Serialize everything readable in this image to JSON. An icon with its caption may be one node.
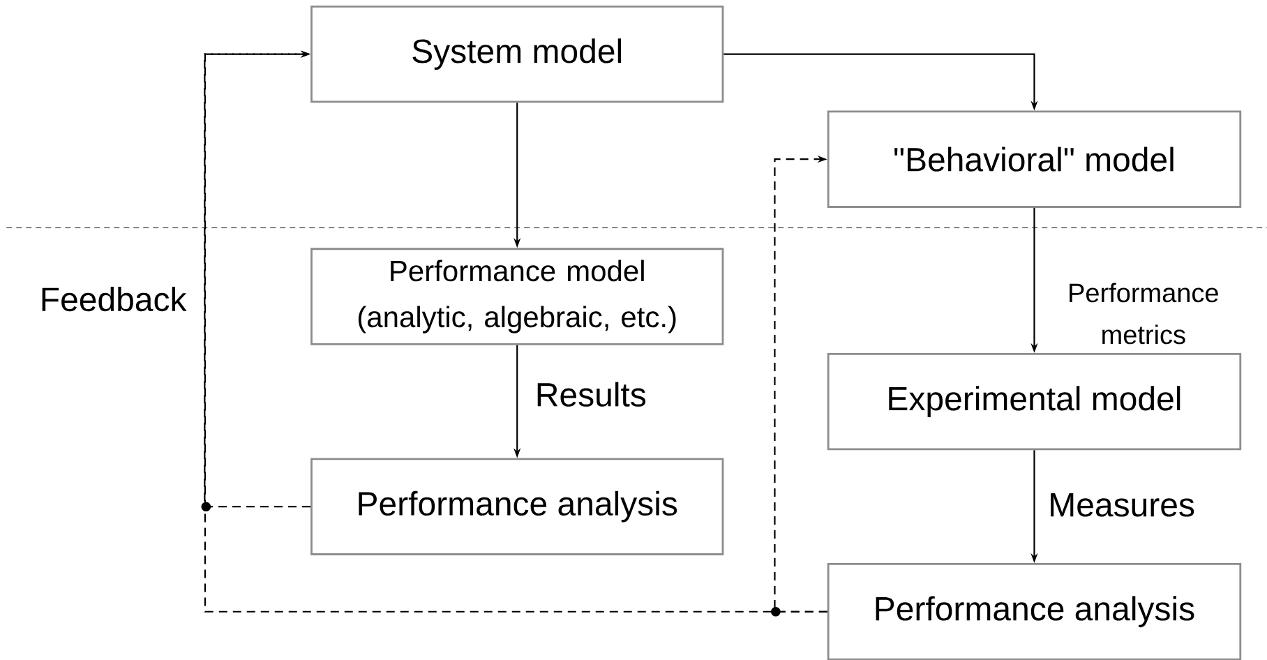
{
  "diagram": {
    "nodes": [
      {
        "text": [
          "System model"
        ]
      },
      {
        "text": [
          "\"Behavioral\" model"
        ]
      },
      {
        "text": [
          "Performance model (analytic, algebraic, etc.)"
        ]
      },
      {
        "text": [
          "Experimental model"
        ]
      },
      {
        "text": [
          "Performance analysis"
        ]
      },
      {
        "text": [
          "Performance analysis"
        ]
      }
    ],
    "edges": [
      {
        "from": 0,
        "to": 2,
        "arrow": "to"
      },
      {
        "from": 0,
        "to": 1,
        "arrow": "to"
      },
      {
        "from": 1,
        "to": 3,
        "arrow": "to",
        "label": "Performance metrics"
      },
      {
        "from": 2,
        "to": 4,
        "arrow": "to",
        "label": "Results"
      },
      {
        "from": 3,
        "to": 5,
        "arrow": "to",
        "label": "Measures"
      },
      {
        "from": 4,
        "to": 0,
        "arrow": "to",
        "style": "dashed"
      },
      {
        "from": 5,
        "to": 0,
        "arrow": "to",
        "style": "dashed"
      },
      {
        "from": 5,
        "to": 1,
        "arrow": "to",
        "style": "dashed"
      }
    ],
    "labels": [
      "Feedback"
    ]
  }
}
